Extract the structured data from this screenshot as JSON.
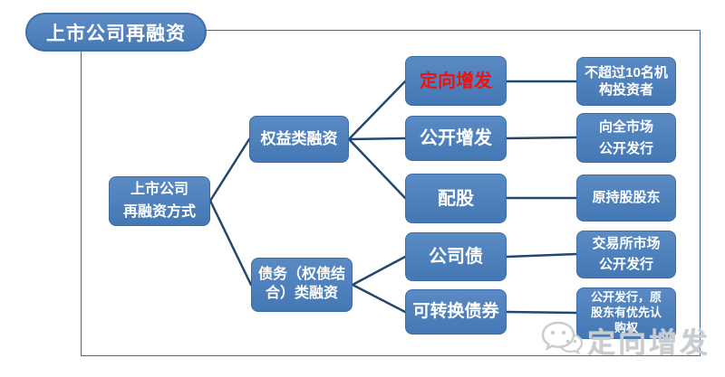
{
  "title_badge": "上市公司再融资",
  "colors": {
    "node_fill": "#4A7EBB",
    "node_border": "#3C6EA5",
    "connector_line": "#24476E",
    "frame_border": "#44689B",
    "highlight_text": "#EE1111",
    "node_text": "#FFFFFF",
    "watermark_text": "#C9CDD2"
  },
  "tree": {
    "root": {
      "label": "上市公司\n再融资方式"
    },
    "branches": [
      {
        "label": "权益类融资"
      },
      {
        "label": "债务（权债结\n合）类融资"
      }
    ],
    "methods": [
      {
        "label": "定向增发",
        "highlighted": true
      },
      {
        "label": "公开增发",
        "highlighted": false
      },
      {
        "label": "配股",
        "highlighted": false
      },
      {
        "label": "公司债",
        "highlighted": false
      },
      {
        "label": "可转换债券",
        "highlighted": false
      }
    ],
    "details": [
      {
        "label": "不超过10名机\n构投资者"
      },
      {
        "label": "向全市场\n公开发行"
      },
      {
        "label": "原持股股东"
      },
      {
        "label": "交易所市场\n公开发行"
      },
      {
        "label": "公开发行，原\n股东有优先认\n购权"
      }
    ]
  },
  "watermark": {
    "label": "定向增发",
    "icon": "wechat-icon"
  }
}
